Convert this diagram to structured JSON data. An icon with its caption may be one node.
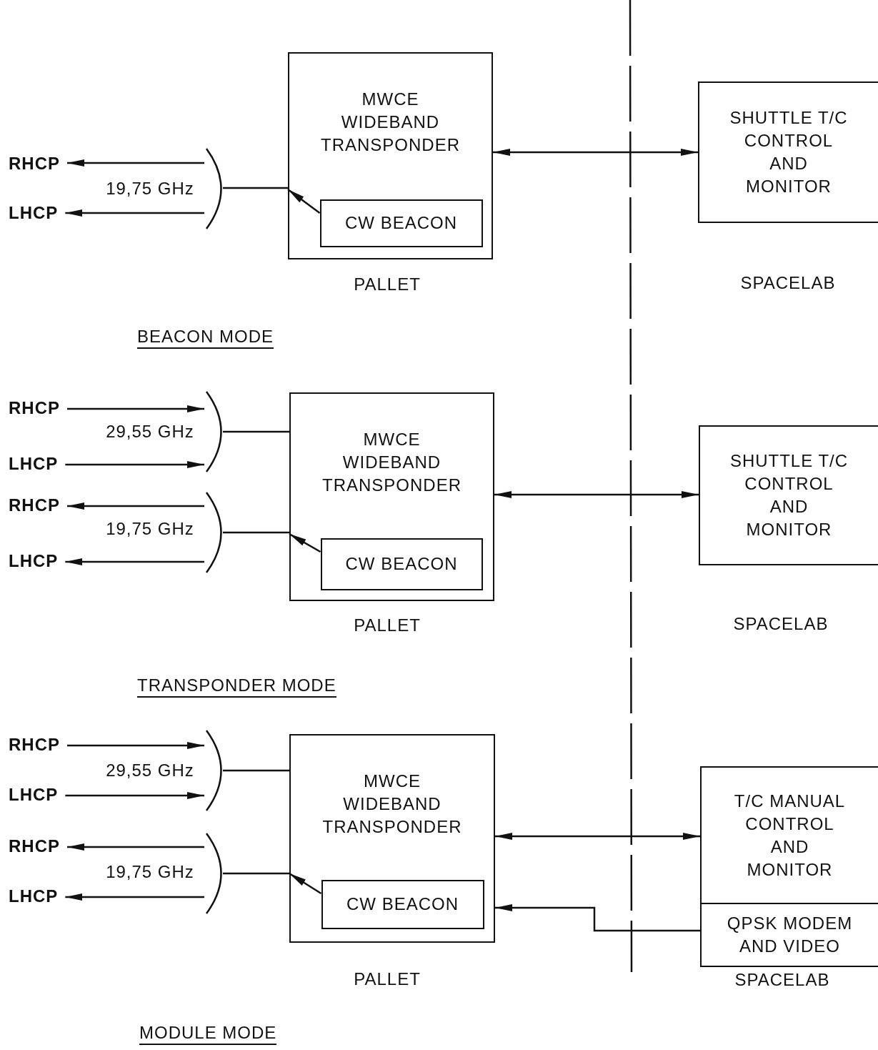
{
  "diagram": {
    "nodes": [
      {
        "text": [
          "MWCE WIDEBAND TRANSPONDER"
        ],
        "beside": [
          "PALLET"
        ]
      },
      {
        "text": [
          "CW BEACON"
        ],
        "in": 0
      },
      {
        "text": [
          "SHUTTLE T/C CONTROL AND MONITOR"
        ],
        "beside": [
          "SPACELAB"
        ]
      },
      {
        "text": [],
        "shape": "arc",
        "beside": [
          "19,75 GHz"
        ]
      },
      {
        "text": [
          "RHCP"
        ]
      },
      {
        "text": [
          "LHCP"
        ]
      },
      {
        "text": [
          "MWCE WIDEBAND TRANSPONDER"
        ],
        "beside": [
          "PALLET"
        ]
      },
      {
        "text": [
          "CW BEACON"
        ],
        "in": 6
      },
      {
        "text": [
          "SHUTTLE T/C CONTROL AND MONITOR"
        ],
        "beside": [
          "SPACELAB"
        ]
      },
      {
        "text": [],
        "shape": "arc",
        "beside": [
          "29,55 GHz"
        ]
      },
      {
        "text": [],
        "shape": "arc",
        "beside": [
          "19,75 GHz"
        ]
      },
      {
        "text": [
          "RHCP"
        ]
      },
      {
        "text": [
          "LHCP"
        ]
      },
      {
        "text": [
          "RHCP"
        ]
      },
      {
        "text": [
          "LHCP"
        ]
      },
      {
        "text": [
          "MWCE WIDEBAND TRANSPONDER"
        ],
        "beside": [
          "PALLET"
        ]
      },
      {
        "text": [
          "CW BEACON"
        ],
        "in": 15
      },
      {
        "text": [
          "T/C MANUAL CONTROL AND MONITOR"
        ]
      },
      {
        "text": [
          "QPSK MODEM AND VIDEO"
        ],
        "beside": [
          "SPACELAB"
        ]
      },
      {
        "text": [],
        "shape": "arc",
        "beside": [
          "29,55 GHz"
        ]
      },
      {
        "text": [],
        "shape": "arc",
        "beside": [
          "19,75 GHz"
        ]
      },
      {
        "text": [
          "RHCP"
        ]
      },
      {
        "text": [
          "LHCP"
        ]
      },
      {
        "text": [
          "RHCP"
        ]
      },
      {
        "text": [
          "LHCP"
        ]
      }
    ],
    "edges": [
      {
        "from": 0,
        "to": 2,
        "arrow": "both"
      },
      {
        "from": 1,
        "to": 0,
        "arrow": "to"
      },
      {
        "from": 3,
        "to": 0,
        "arrow": "none"
      },
      {
        "from": 3,
        "to": 4,
        "arrow": "to"
      },
      {
        "from": 3,
        "to": 5,
        "arrow": "to"
      },
      {
        "from": 6,
        "to": 8,
        "arrow": "both"
      },
      {
        "from": 7,
        "to": 6,
        "arrow": "to"
      },
      {
        "from": 9,
        "to": 6,
        "arrow": "none"
      },
      {
        "from": 10,
        "to": 6,
        "arrow": "none"
      },
      {
        "from": 11,
        "to": 9,
        "arrow": "to"
      },
      {
        "from": 12,
        "to": 9,
        "arrow": "to"
      },
      {
        "from": 10,
        "to": 13,
        "arrow": "to"
      },
      {
        "from": 10,
        "to": 14,
        "arrow": "to"
      },
      {
        "from": 15,
        "to": 17,
        "arrow": "both"
      },
      {
        "from": 16,
        "to": 15,
        "arrow": "to"
      },
      {
        "from": 18,
        "to": 15,
        "arrow": "to"
      },
      {
        "from": 19,
        "to": 15,
        "arrow": "none"
      },
      {
        "from": 20,
        "to": 15,
        "arrow": "none"
      },
      {
        "from": 21,
        "to": 19,
        "arrow": "to"
      },
      {
        "from": 22,
        "to": 19,
        "arrow": "to"
      },
      {
        "from": 20,
        "to": 23,
        "arrow": "to"
      },
      {
        "from": 20,
        "to": 24,
        "arrow": "to"
      }
    ],
    "labels": [
      "BEACON MODE",
      "TRANSPONDER MODE",
      "MODULE MODE"
    ]
  }
}
